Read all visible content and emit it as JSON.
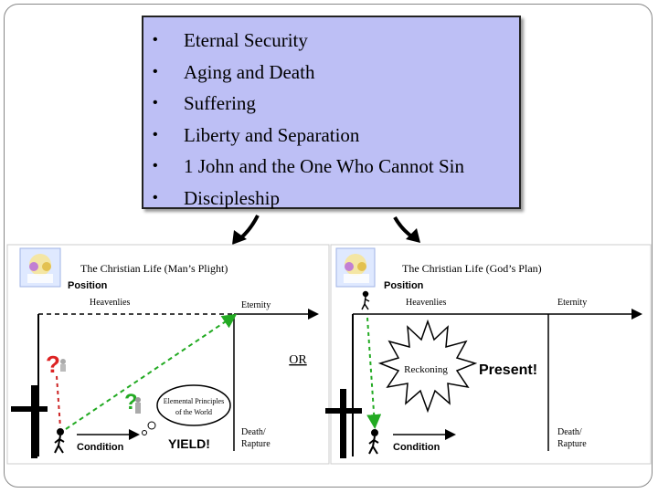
{
  "topics": [
    "Eternal Security",
    "Aging and Death",
    "Suffering",
    "Liberty and Separation",
    "1 John and the One Who Cannot Sin",
    "Discipleship"
  ],
  "bullet": "•",
  "or_label": "OR",
  "left_panel": {
    "title": "The Christian Life (Man’s Plight)",
    "position": "Position",
    "heavenlies": "Heavenlies",
    "eternity": "Eternity",
    "condition": "Condition",
    "death_line1": "Death/",
    "death_line2": "Rapture",
    "question_mark": "?",
    "elemental_line1": "Elemental Principles",
    "elemental_line2": "of the World",
    "yield": "YIELD!"
  },
  "right_panel": {
    "title": "The Christian Life (God’s Plan)",
    "position": "Position",
    "heavenlies": "Heavenlies",
    "eternity": "Eternity",
    "condition": "Condition",
    "death_line1": "Death/",
    "death_line2": "Rapture",
    "reckoning": "Reckoning",
    "present": "Present!"
  },
  "colors": {
    "box_fill": "#bdbff5",
    "dashed_green": "#22aa22",
    "dashed_red": "#cc2222",
    "question_red": "#dd2222",
    "question_green": "#22aa22"
  }
}
